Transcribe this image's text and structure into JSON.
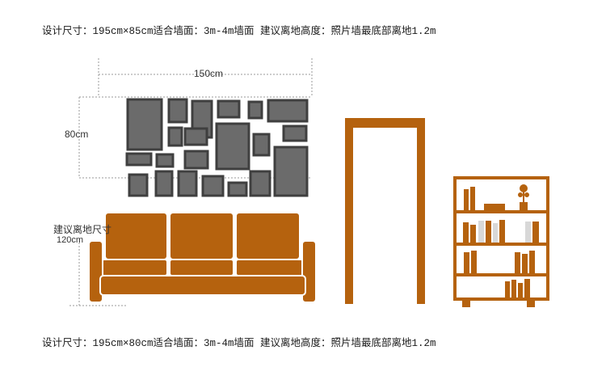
{
  "caption_top": "设计尺寸：195cm×85cm适合墙面：3m-4m墙面 建议离地高度：照片墙最底部离地1.2m",
  "caption_bottom": "设计尺寸：195cm×80cm适合墙面：3m-4m墙面 建议离地高度：照片墙最底部离地1.2m",
  "dimensions": {
    "width_label": "150cm",
    "height_label": "80cm",
    "hang_label": "建议离地尺寸",
    "hang_value": "120cm"
  },
  "colors": {
    "frame": "#4a4a4a",
    "frame_inner": "#6b6b6b",
    "sofa": "#b5620e",
    "door": "#b5620e",
    "shelf": "#b5620e",
    "guide": "#9a9a9a"
  },
  "icons": [
    "photo-frame-icon",
    "sofa-icon",
    "door-icon",
    "bookshelf-icon",
    "plant-icon"
  ]
}
